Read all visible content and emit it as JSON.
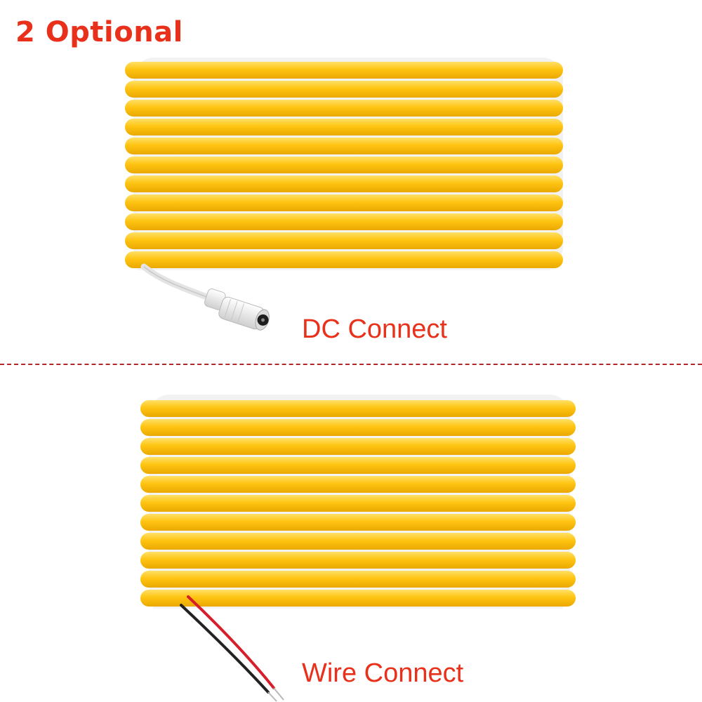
{
  "title": "2 Optional",
  "options": [
    {
      "label": "DC Connect",
      "connector_icon": "dc-female-connector-icon"
    },
    {
      "label": "Wire Connect",
      "connector_icon": "red-black-wire-icon"
    }
  ],
  "colors": {
    "accent": "#e8301a",
    "strip": "#ffc412",
    "strip_highlight": "#ffe067",
    "strip_shadow": "#e9a900",
    "divider": "#b0282a",
    "backing": "#f1f1f1"
  }
}
